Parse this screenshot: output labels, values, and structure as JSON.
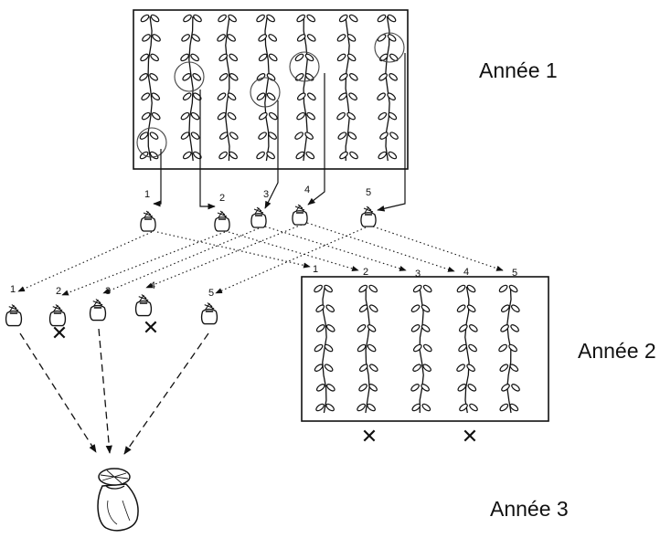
{
  "year_labels": {
    "year1": "Année 1",
    "year2": "Année 2",
    "year3": "Année 3"
  },
  "year1_field": {
    "rows": 7,
    "selected_plant_count": 5
  },
  "year1_bags": [
    "1",
    "2",
    "3",
    "4",
    "5"
  ],
  "left_bags": [
    {
      "label": "1",
      "rejected": false
    },
    {
      "label": "2",
      "rejected": true
    },
    {
      "label": "3",
      "rejected": false
    },
    {
      "label": "4",
      "rejected": true
    },
    {
      "label": "5",
      "rejected": false
    }
  ],
  "year2_rows": [
    {
      "label": "1",
      "rejected": true
    },
    {
      "label": "2",
      "rejected": false
    },
    {
      "label": "3",
      "rejected": false
    },
    {
      "label": "4",
      "rejected": true
    },
    {
      "label": "5",
      "rejected": false
    }
  ],
  "reject_mark": "✕",
  "colors": {
    "ink": "#111111",
    "paper": "#ffffff"
  }
}
